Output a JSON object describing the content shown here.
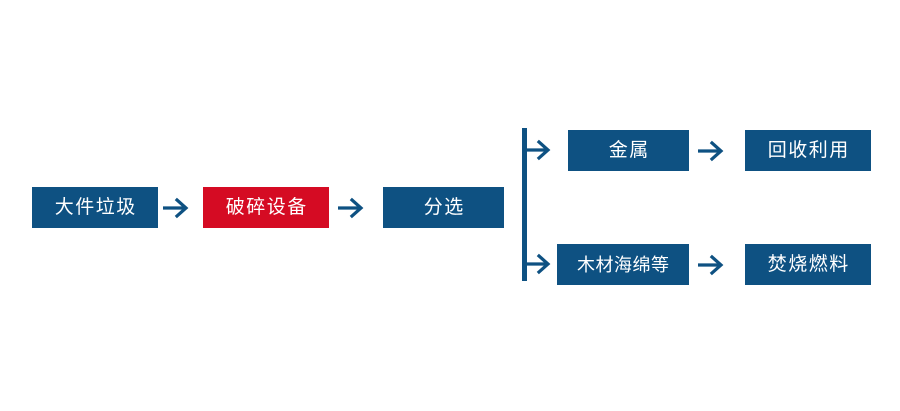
{
  "diagram": {
    "title": "",
    "colors": {
      "primary_blue": "#0e5182",
      "accent_red": "#d50b23",
      "background": "#ffffff",
      "node_text": "#ffffff"
    },
    "nodes": [
      {
        "id": "bulky-waste",
        "label": "大件垃圾",
        "color": "blue"
      },
      {
        "id": "crushing-equipment",
        "label": "破碎设备",
        "color": "red"
      },
      {
        "id": "sorting",
        "label": "分选",
        "color": "blue"
      },
      {
        "id": "metal",
        "label": "金属",
        "color": "blue"
      },
      {
        "id": "recycling-reuse",
        "label": "回收利用",
        "color": "blue"
      },
      {
        "id": "wood-sponge-etc",
        "label": "木材海绵等",
        "color": "blue"
      },
      {
        "id": "incineration-fuel",
        "label": "焚烧燃料",
        "color": "blue"
      }
    ],
    "connectors": [
      {
        "id": "arrow-bulky-to-crushing",
        "from": "bulky-waste",
        "to": "crushing-equipment",
        "kind": "arrow-right"
      },
      {
        "id": "arrow-crushing-to-sorting",
        "from": "crushing-equipment",
        "to": "sorting",
        "kind": "arrow-right"
      },
      {
        "id": "branch-split",
        "from": "sorting",
        "to": "metal,wood-sponge-etc",
        "kind": "vertical-split"
      },
      {
        "id": "branch-arrow-metal",
        "from": "branch-split",
        "to": "metal",
        "kind": "branch-arrow"
      },
      {
        "id": "branch-arrow-wood",
        "from": "branch-split",
        "to": "wood-sponge-etc",
        "kind": "branch-arrow"
      },
      {
        "id": "arrow-metal-to-recycling",
        "from": "metal",
        "to": "recycling-reuse",
        "kind": "arrow-right"
      },
      {
        "id": "arrow-wood-to-incineration",
        "from": "wood-sponge-etc",
        "to": "incineration-fuel",
        "kind": "arrow-right"
      }
    ]
  }
}
